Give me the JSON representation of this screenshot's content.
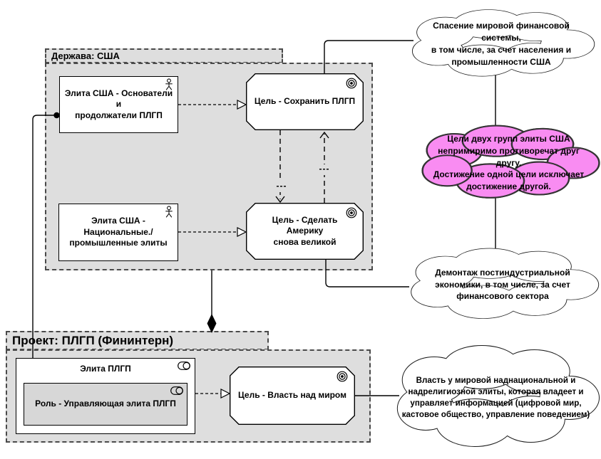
{
  "diagram": {
    "containers": {
      "derzhava": {
        "title": "Держава: США"
      },
      "proekt": {
        "title": "Проект: ПЛГП (Фининтерн)"
      }
    },
    "nodes": {
      "elite_founders": {
        "label": "Элита США - Основатели и\nпродолжатели ПЛГП",
        "icon": "actor-icon"
      },
      "elite_national": {
        "label": "Элита США -\nНациональные./\nпромышленные элиты",
        "icon": "actor-icon"
      },
      "goal_preserve": {
        "label": "Цель - Сохранить ПЛГП",
        "icon": "target-icon"
      },
      "goal_maga": {
        "label": "Цель - Сделать Америку\nснова великой",
        "icon": "target-icon"
      },
      "elite_plgp": {
        "label": "Элита ПЛГП",
        "icon": "role-icon"
      },
      "role_managing": {
        "label": "Роль - Управляющая элита ПЛГП",
        "icon": "role-icon"
      },
      "goal_world": {
        "label": "Цель - Власть над миром",
        "icon": "target-icon"
      }
    },
    "clouds": {
      "saving_finance": {
        "text": "Спасение мировой финансовой системы,\nв том числе, за счет населения и\nпромышленности США",
        "fill": "#FFFFFF"
      },
      "conflict": {
        "text": "Цели двух групп элиты США\nнепримиримо противоречат друг другу.\nДостижение одной цели исключает\nдостижение другой.",
        "fill": "#F98CF2"
      },
      "dismantling": {
        "text": "Демонтаж постиндустриальной\nэкономики, в том числе, за счет\nфинансового сектора",
        "fill": "#FFFFFF"
      },
      "world_power": {
        "text": "Власть у мировой наднациональной и\nнадрелигиозной элиты, которая владеет и\nуправляет информацией (цифровой мир,\nкастовое общество, управление поведением)",
        "fill": "#FFFFFF"
      }
    },
    "edge_labels": {
      "influence_down": "---",
      "influence_up": "---"
    },
    "colors": {
      "container_fill": "#DEDEDE",
      "node_fill": "#FFFFFF",
      "role_node_fill": "#D7D7D7",
      "conflict_cloud_fill": "#F98CF2",
      "line": "#000000"
    }
  }
}
